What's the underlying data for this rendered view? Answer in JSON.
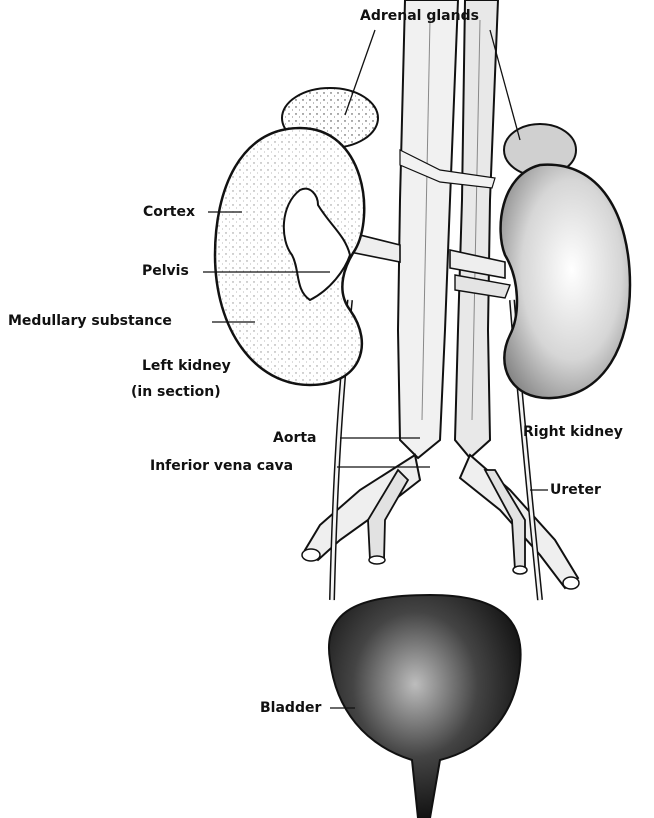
{
  "labels": {
    "adrenal_glands": "Adrenal glands",
    "cortex": "Cortex",
    "pelvis": "Pelvis",
    "medullary_substance": "Medullary substance",
    "left_kidney_line1": "Left kidney",
    "left_kidney_line2": "(in section)",
    "aorta": "Aorta",
    "inferior_vena_cava": "Inferior vena cava",
    "right_kidney": "Right kidney",
    "ureter": "Ureter",
    "bladder": "Bladder"
  }
}
